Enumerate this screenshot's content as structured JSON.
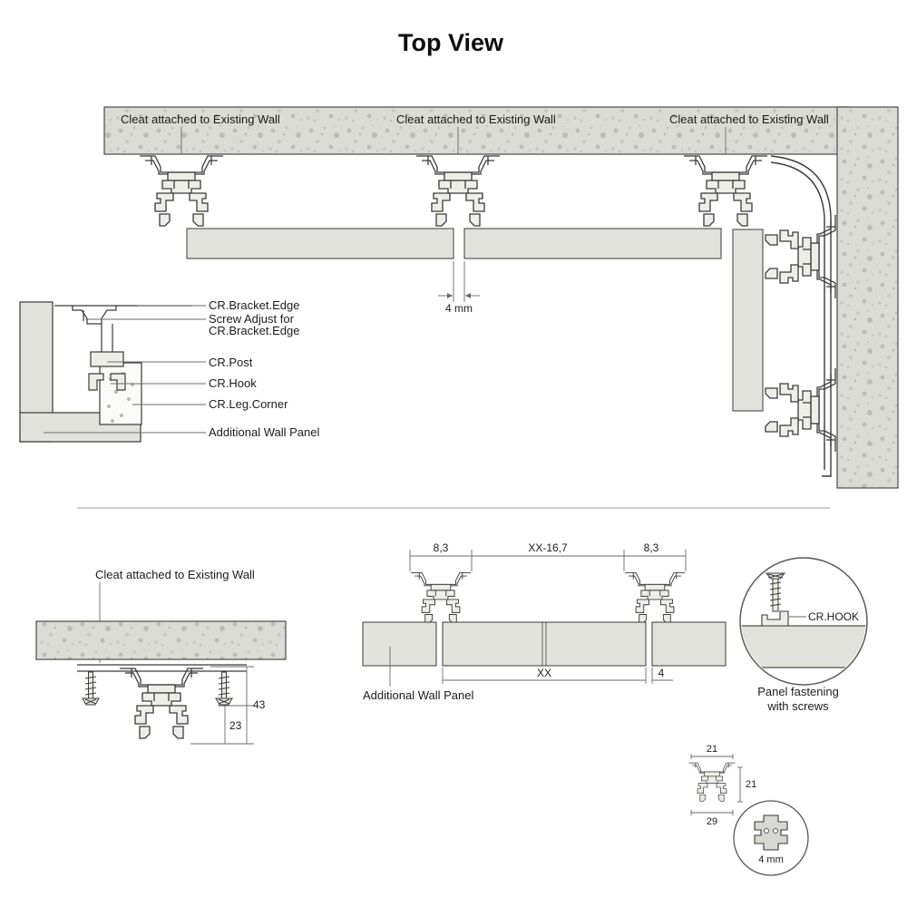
{
  "title": "Top View",
  "colors": {
    "concrete_base": "#dbdbd6",
    "speckle": "#bdbdb6",
    "panel": "#e2e2dc",
    "line": "#3a3a3a"
  },
  "top_view": {
    "cleat_labels": [
      "Cleat attached to Existing Wall",
      "Cleat attached to Existing Wall",
      "Cleat attached to Existing Wall"
    ],
    "gap_dim": "4 mm",
    "corner_detail": {
      "bracket_edge": "CR.Bracket.Edge",
      "screw_adjust_line1": "Screw Adjust for",
      "screw_adjust_line2": "CR.Bracket.Edge",
      "post": "CR.Post",
      "hook": "CR.Hook",
      "leg_corner": "CR.Leg.Corner",
      "wall_panel": "Additional Wall Panel"
    }
  },
  "front_view": {
    "cleat_label": "Cleat attached to Existing Wall",
    "dim_43": "43",
    "dim_23": "23",
    "dim_83_left": "8,3",
    "dim_xx_167": "XX-16,7",
    "dim_83_right": "8,3",
    "dim_xx": "XX",
    "dim_4": "4",
    "panel_label": "Additional Wall Panel",
    "hook_detail": {
      "label": "CR.HOOK",
      "caption_line1": "Panel fastening",
      "caption_line2": "with screws"
    },
    "profile_detail": {
      "dim_width_top": "21",
      "dim_height": "21",
      "dim_width_bottom": "29",
      "dim_thickness": "4 mm"
    }
  }
}
